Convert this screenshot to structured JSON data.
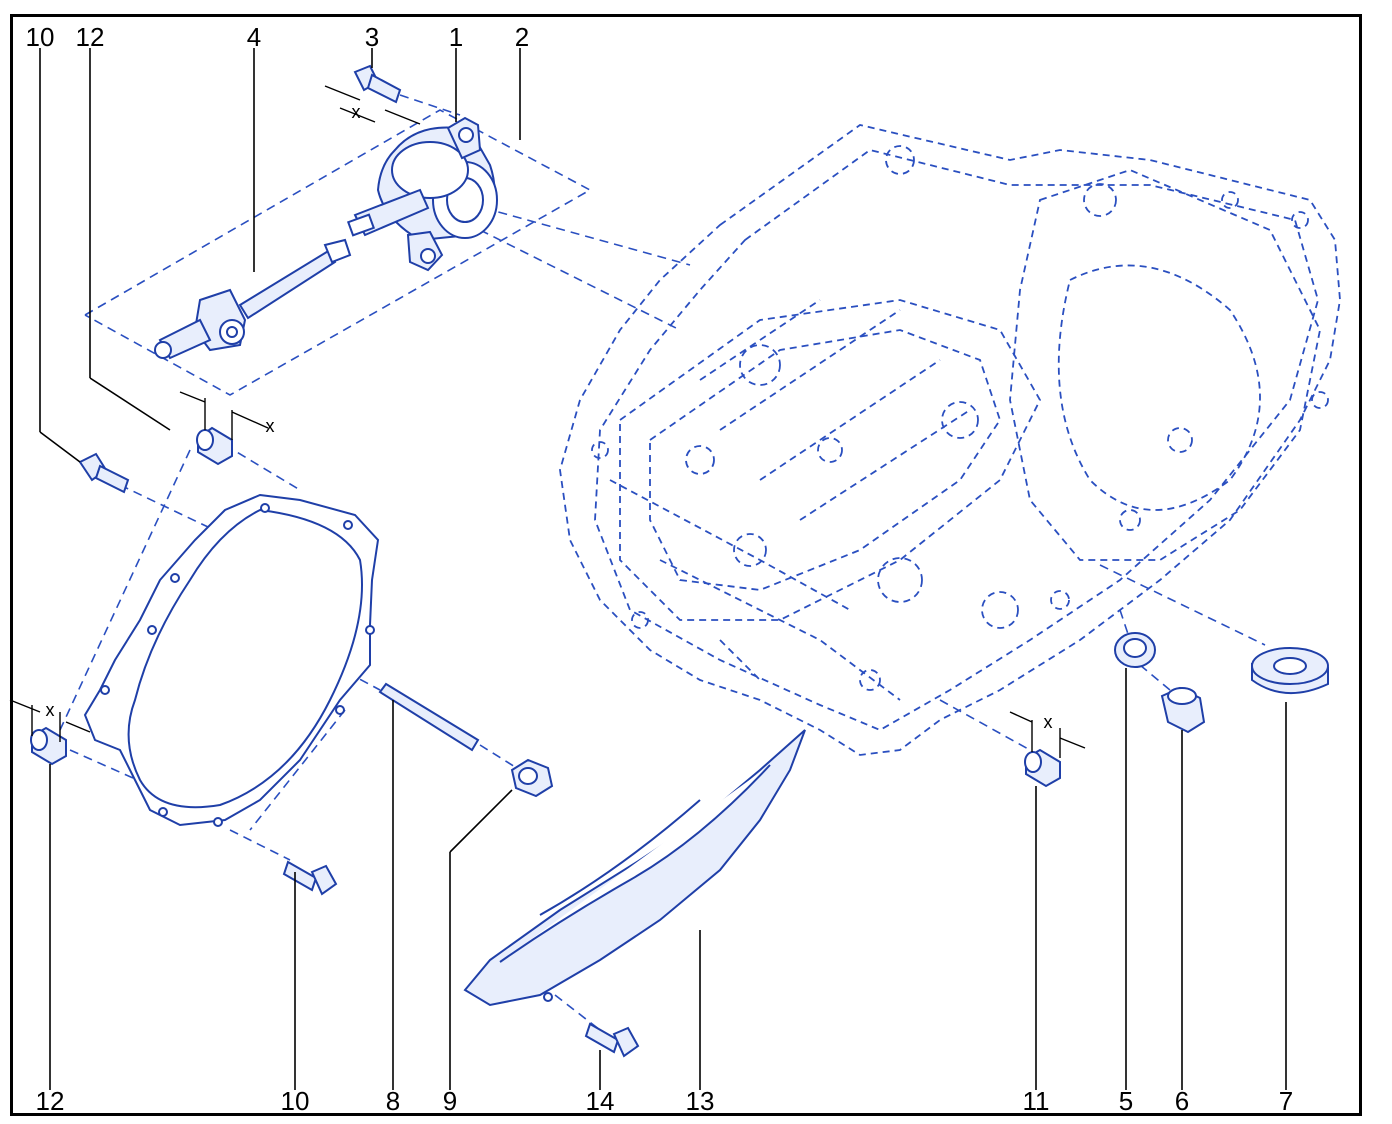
{
  "callouts": {
    "c10_top": "10",
    "c12_top": "12",
    "c4": "4",
    "c3": "3",
    "c1": "1",
    "c2": "2",
    "c12_bottom": "12",
    "c10_bottom": "10",
    "c8": "8",
    "c9": "9",
    "c14": "14",
    "c13": "13",
    "c11": "11",
    "c5": "5",
    "c6": "6",
    "c7": "7"
  },
  "dimension_mark": "x",
  "colors": {
    "line": "#1f3fa8",
    "frame": "#000000",
    "fill": "#e8eefc"
  }
}
